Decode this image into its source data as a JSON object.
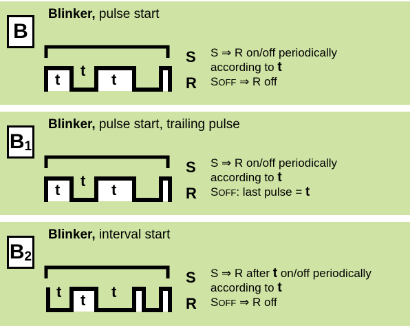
{
  "panels": [
    {
      "code": "B",
      "sub": "",
      "title_bold": "Blinker,",
      "title_rest": " pulse start",
      "signal_s": "S",
      "signal_r": "R",
      "t_labels": [
        "t",
        "t",
        "t"
      ],
      "desc": [
        {
          "a": "S ⇒ R on/off periodically",
          "b": ""
        },
        {
          "a": "according to ",
          "b": "t"
        },
        {
          "a": "S",
          "small": "OFF",
          "c": " ⇒ R off"
        }
      ]
    },
    {
      "code": "B",
      "sub": "1",
      "title_bold": "Blinker,",
      "title_rest": " pulse start, trailing pulse",
      "signal_s": "S",
      "signal_r": "R",
      "t_labels": [
        "t",
        "t",
        "t"
      ],
      "desc": [
        {
          "a": "S ⇒ R on/off periodically",
          "b": ""
        },
        {
          "a": "according to ",
          "b": "t"
        },
        {
          "a": "S",
          "small": "OFF",
          "c": ": last pulse = ",
          "d": "t"
        }
      ]
    },
    {
      "code": "B",
      "sub": "2",
      "title_bold": "Blinker,",
      "title_rest": " interval start",
      "signal_s": "S",
      "signal_r": "R",
      "t_labels": [
        "t",
        "t",
        "t"
      ],
      "desc": [
        {
          "a": "S ⇒ R after ",
          "b": "t",
          "c": " on/off periodically"
        },
        {
          "a": "according to ",
          "b": "t"
        },
        {
          "a": "S",
          "small": "OFF",
          "c": " ⇒ R off"
        }
      ]
    }
  ],
  "colors": {
    "panel_bg": "#cfe3a4",
    "ink": "#000000"
  }
}
